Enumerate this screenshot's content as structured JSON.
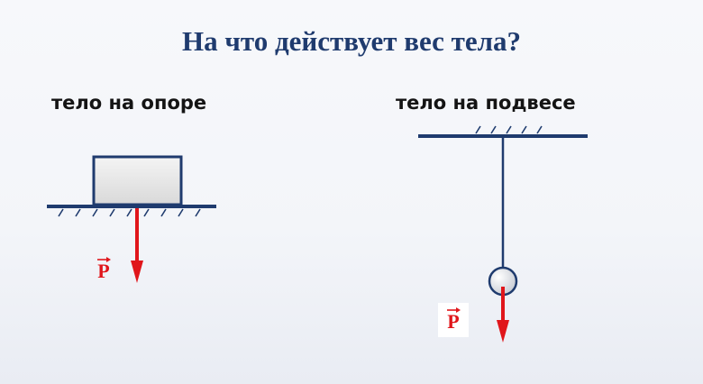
{
  "title": "На что действует вес тела?",
  "support": {
    "label": "тело на опоре"
  },
  "suspension": {
    "label": "тело на подвесе"
  },
  "vector": {
    "symbol": "P"
  },
  "colors": {
    "title": "#1f3b6e",
    "lines": "#1f3b6e",
    "arrow": "#e0161b",
    "block_fill": "#e6e6e6"
  }
}
